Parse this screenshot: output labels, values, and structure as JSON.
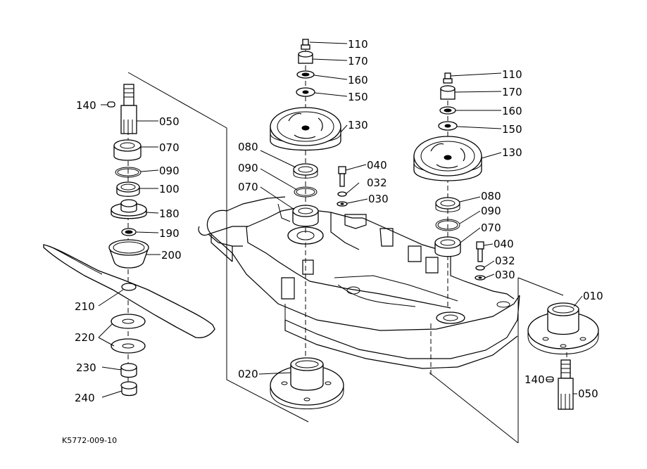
{
  "diagram": {
    "drawing_code": "K5772-009-10",
    "callouts": {
      "c110a": "110",
      "c170a": "170",
      "c160a": "160",
      "c150a": "150",
      "c130a": "130",
      "c080a": "080",
      "c090a": "090",
      "c070a": "070",
      "c040a": "040",
      "c032a": "032",
      "c030a": "030",
      "c110b": "110",
      "c170b": "170",
      "c160b": "160",
      "c150b": "150",
      "c130b": "130",
      "c080b": "080",
      "c090b": "090",
      "c070b": "070",
      "c040b": "040",
      "c032b": "032",
      "c030b": "030",
      "c010": "010",
      "c020": "020",
      "c140a": "140",
      "c050a": "050",
      "c140b": "140",
      "c050b": "050",
      "c070c": "070",
      "c090c": "090",
      "c100": "100",
      "c180": "180",
      "c190": "190",
      "c200": "200",
      "c210": "210",
      "c220": "220",
      "c230": "230",
      "c240": "240"
    }
  }
}
